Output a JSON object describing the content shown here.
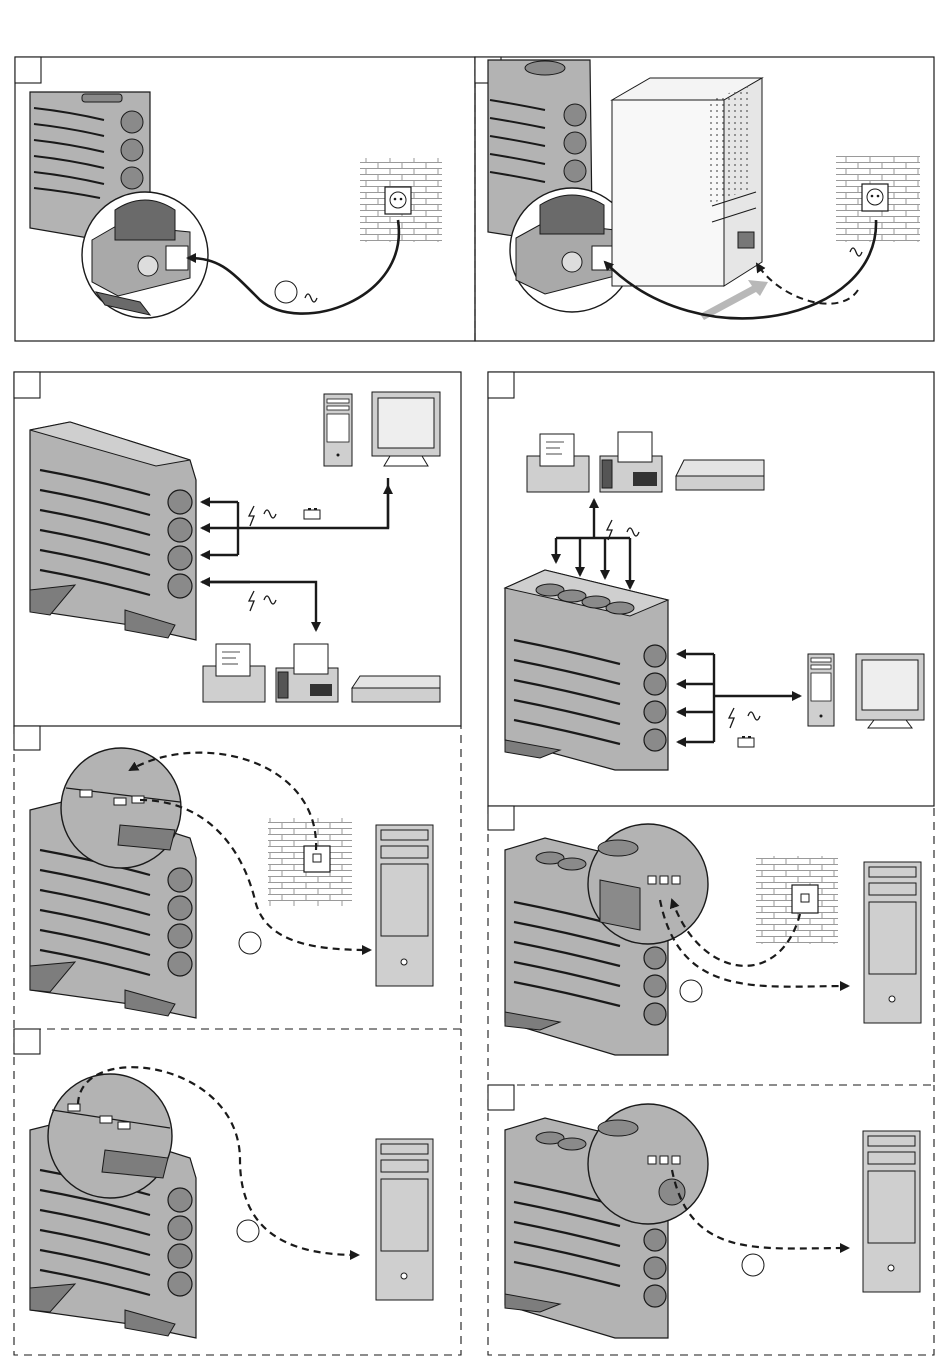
{
  "colors": {
    "ink": "#1a1a1a",
    "ups_body": "#b3b3b3",
    "ups_dark": "#7d7d7d",
    "panel_gray": "#cfcfcf",
    "screen": "#eeeeee",
    "wall": "#dcdcdc",
    "arrow_hint": "#b8b8b8",
    "page": "#ffffff"
  },
  "icons": {
    "surge": "lightning-bolt-icon",
    "ac": "sine-wave-icon",
    "battery": "battery-icon",
    "outlet": "wall-outlet-icon",
    "jack": "phone-jack-icon"
  },
  "panels": [
    {
      "id": "panel-1",
      "border": "solid",
      "content": "ups-rear-plug-to-wall-outlet"
    },
    {
      "id": "panel-2",
      "border": "solid",
      "content": "ups-rear-to-computer-and-wall"
    },
    {
      "id": "panel-3",
      "border": "solid",
      "content": "ups-outlets-to-computer-monitor-and-peripherals"
    },
    {
      "id": "panel-4",
      "border": "solid",
      "content": "ups-top-outlets-to-peripherals-and-front-to-computer"
    },
    {
      "id": "panel-5",
      "border": "dashed",
      "content": "phone-line-through-ups-to-computer"
    },
    {
      "id": "panel-6",
      "border": "dashed",
      "content": "phone-line-through-ups-to-computer-variant"
    },
    {
      "id": "panel-7",
      "border": "dashed",
      "content": "usb-data-cable-to-computer"
    },
    {
      "id": "panel-8",
      "border": "dashed",
      "content": "usb-data-cable-to-computer-variant"
    }
  ]
}
